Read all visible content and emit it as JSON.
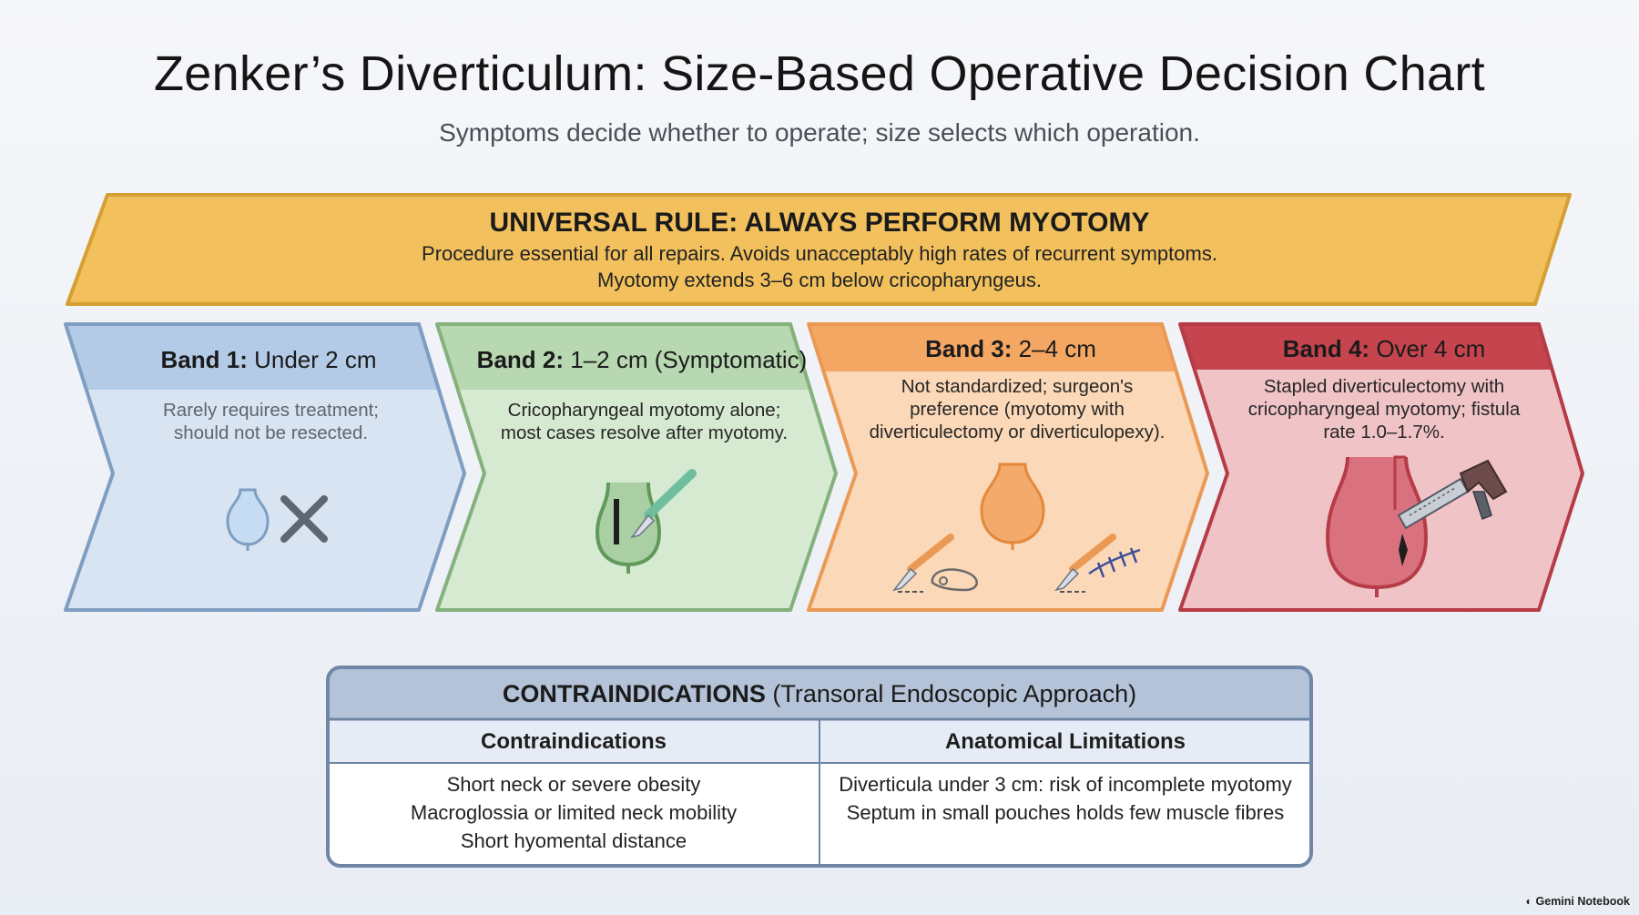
{
  "title": "Zenker’s Diverticulum: Size-Based Operative Decision Chart",
  "subtitle": "Symptoms decide whether to operate; size selects which operation.",
  "banner": {
    "title": "UNIVERSAL RULE: ALWAYS PERFORM MYOTOMY",
    "line1": "Procedure essential for all repairs. Avoids unacceptably high rates of recurrent symptoms.",
    "line2": "Myotomy extends 3–6 cm below cricopharyngeus."
  },
  "bands": [
    {
      "label": "Band 1:",
      "range": "Under 2 cm",
      "line1": "Rarely requires treatment;",
      "line2": "should not be resected.",
      "icons": [
        "pouch-icon",
        "x-mark-icon"
      ],
      "color": "#7e9ec2"
    },
    {
      "label": "Band 2:",
      "range": "1–2 cm (Symptomatic)",
      "line1": "Cricopharyngeal myotomy alone;",
      "line2": "most cases resolve after myotomy.",
      "icons": [
        "pouch-incision-icon",
        "scalpel-icon"
      ],
      "color": "#84b17c"
    },
    {
      "label": "Band 3:",
      "range": "2–4 cm",
      "line1": "Not standardized; surgeon's",
      "line2": "preference (myotomy with",
      "line3": "diverticulectomy or diverticulopexy).",
      "icons": [
        "pouch-icon",
        "scalpel-icon",
        "safety-pin-icon",
        "suture-icon"
      ],
      "color": "#ea9a55"
    },
    {
      "label": "Band 4:",
      "range": "Over 4 cm",
      "line1": "Stapled diverticulectomy with",
      "line2": "cricopharyngeal myotomy; fistula",
      "line3": "rate 1.0–1.7%.",
      "icons": [
        "large-pouch-icon",
        "stapler-icon"
      ],
      "color": "#b53c46"
    }
  ],
  "contra": {
    "title_bold": "CONTRAINDICATIONS",
    "title_rest": " (Transoral Endoscopic Approach)",
    "col1": {
      "head": "Contraindications",
      "items": [
        "Short neck or severe obesity",
        "Macroglossia or limited neck mobility",
        "Short hyomental distance"
      ]
    },
    "col2": {
      "head": "Anatomical Limitations",
      "items": [
        "Diverticula under 3 cm: risk of incomplete myotomy",
        "Septum in small pouches holds few muscle fibres"
      ]
    }
  },
  "watermark": "Gemini Notebook",
  "colors": {
    "banner": "#f2c15e",
    "table_header": "#b4c3d8",
    "table_border": "#7086a6"
  }
}
